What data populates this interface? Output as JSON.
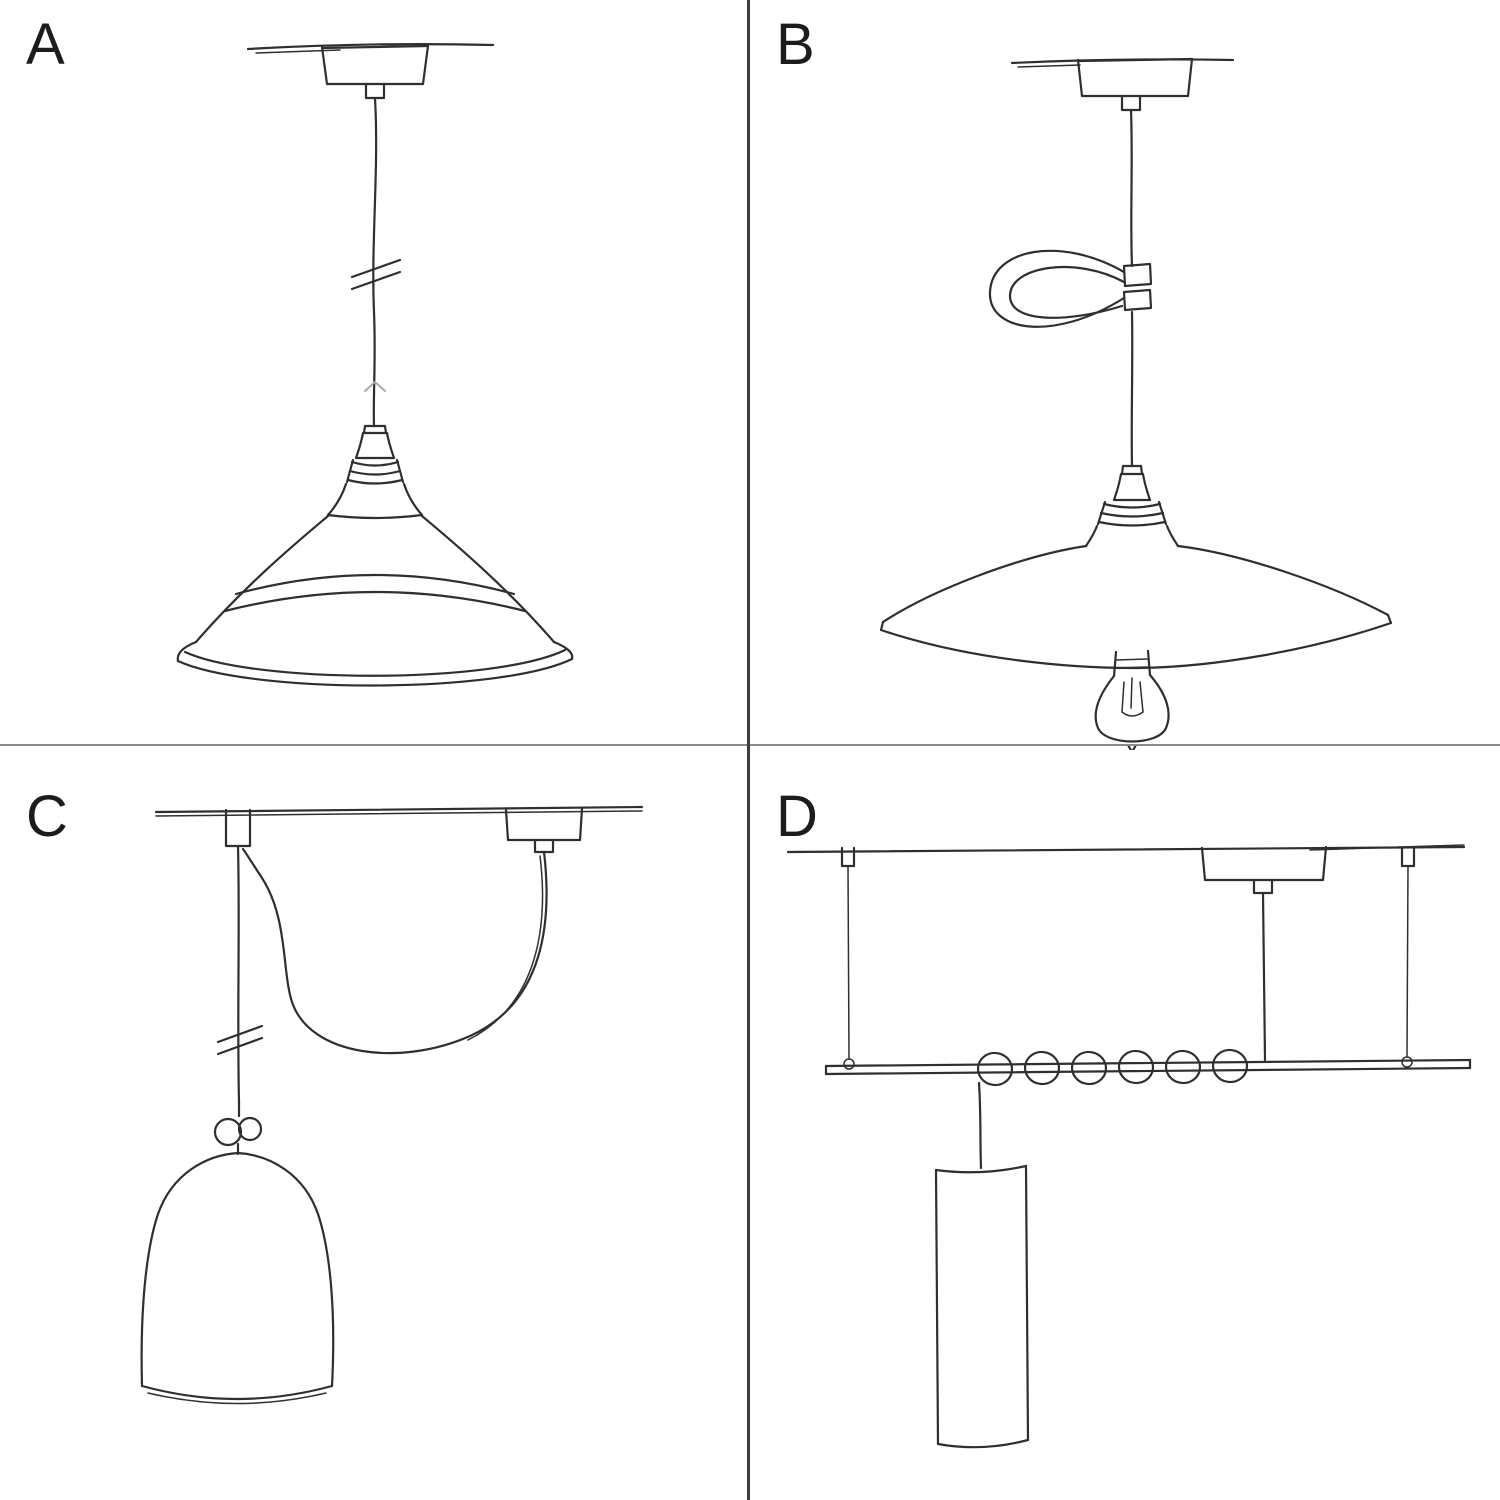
{
  "colors": {
    "background": "#ffffff",
    "ink": "#2f2f2f",
    "ink_light": "#ababab",
    "divider_vertical": "#3d3d3d",
    "divider_horizontal": "#8a8a8a"
  },
  "panels": [
    {
      "label": "A",
      "illustration": "pendant-with-bistro-metal-shade-sketch"
    },
    {
      "label": "B",
      "illustration": "pendant-with-hook-flat-shade-and-bulb-sketch"
    },
    {
      "label": "C",
      "illustration": "swag-pendant-with-hook-and-bell-shade-sketch"
    },
    {
      "label": "D",
      "illustration": "bar-pendant-with-coiled-cable-and-tube-shade-sketch"
    }
  ]
}
